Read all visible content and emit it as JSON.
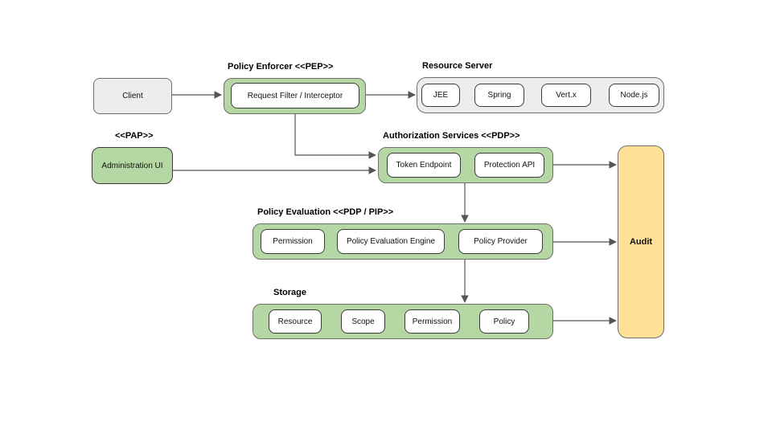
{
  "diagram": {
    "client_label": "Client",
    "policy_enforcer_title": "Policy Enforcer <<PEP>>",
    "request_filter_label": "Request Filter / Interceptor",
    "resource_server_title": "Resource Server",
    "resource_server_items": [
      "JEE",
      "Spring",
      "Vert.x",
      "Node.js"
    ],
    "pap_title": "<<PAP>>",
    "administration_ui_label": "Administration UI",
    "authorization_services_title": "Authorization Services <<PDP>>",
    "token_endpoint_label": "Token Endpoint",
    "protection_api_label": "Protection API",
    "policy_evaluation_title": "Policy Evaluation <<PDP / PIP>>",
    "permission_label": "Permission",
    "policy_evaluation_engine_label": "Policy Evaluation Engine",
    "policy_provider_label": "Policy Provider",
    "storage_title": "Storage",
    "storage_items": [
      "Resource",
      "Scope",
      "Permission",
      "Policy"
    ],
    "audit_label": "Audit"
  },
  "colors": {
    "green_fill": "#b4d7a4",
    "yellow_fill": "#ffe096",
    "gray_fill": "#ededed",
    "container_border": "#6e6e6e",
    "inner_border": "#3c3c3c",
    "arrow": "#555555"
  }
}
